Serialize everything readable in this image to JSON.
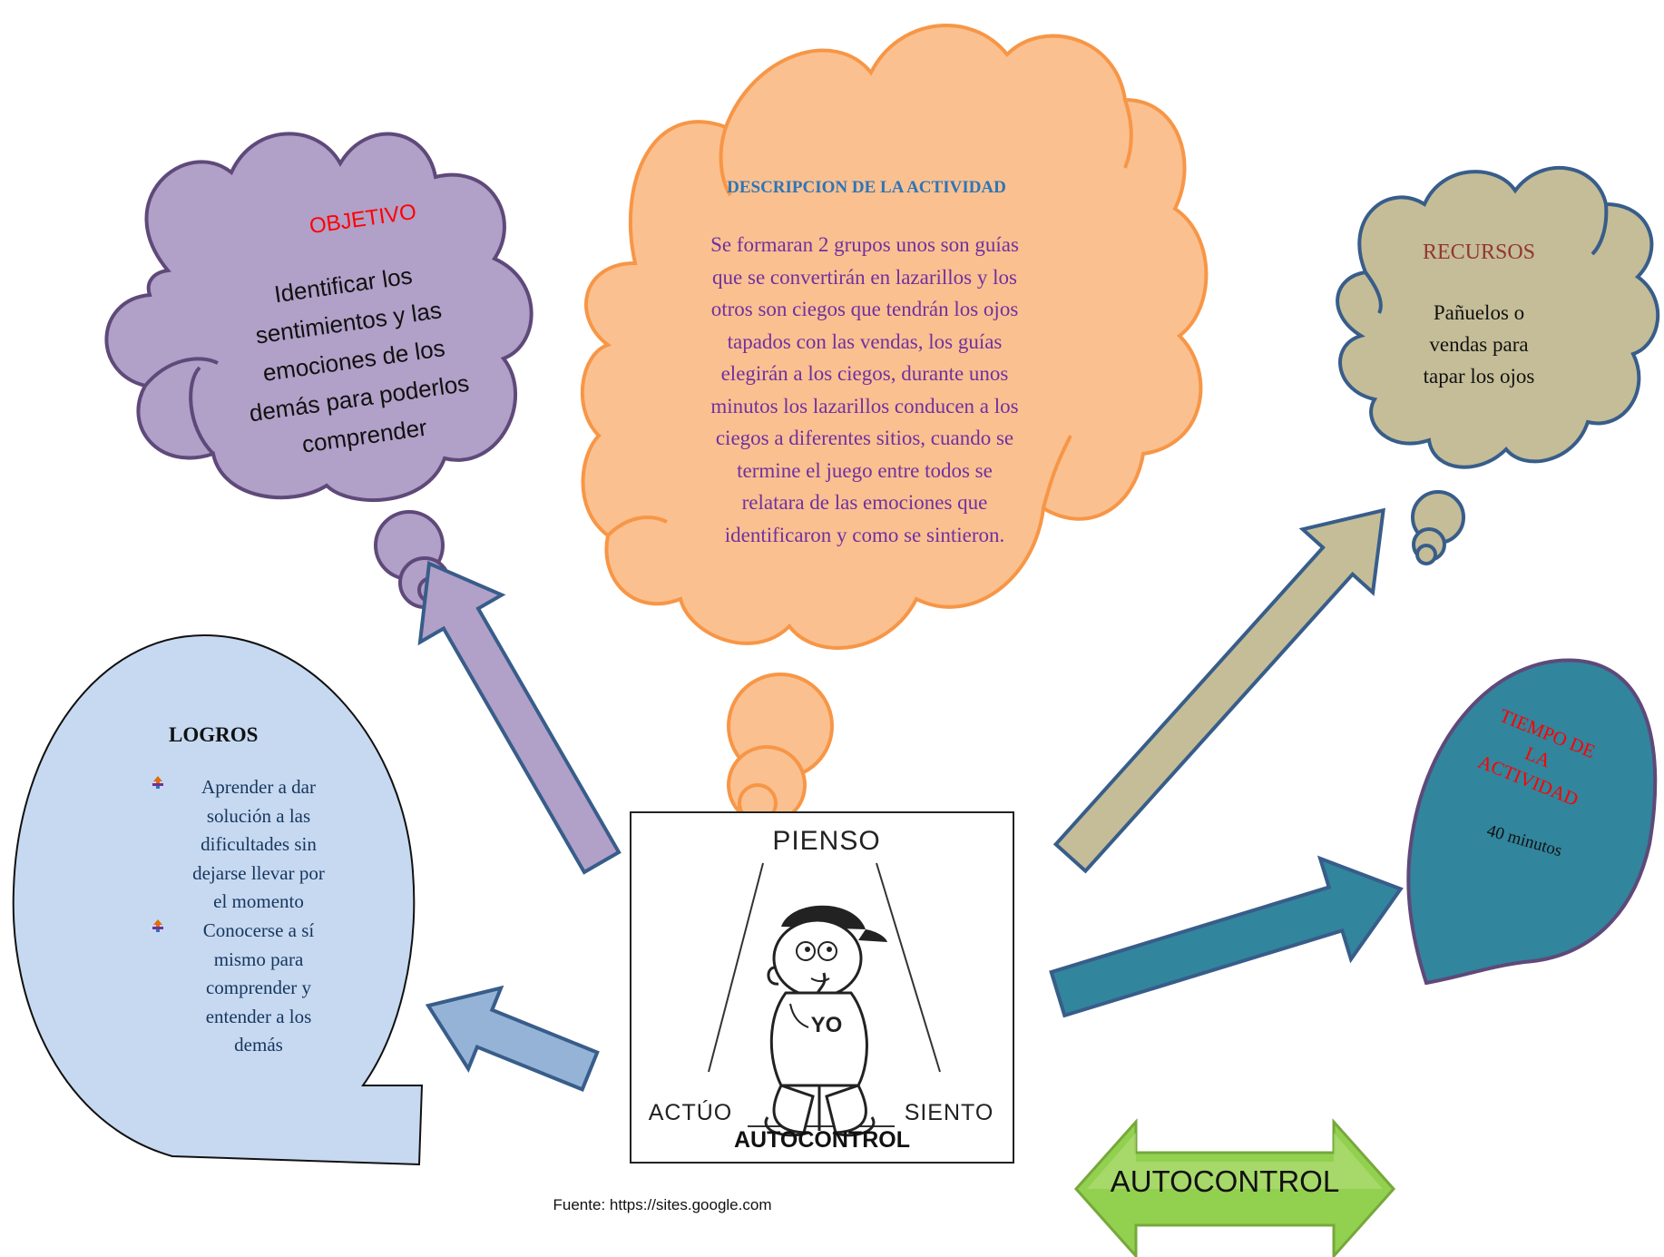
{
  "objetivo": {
    "title": "OBJETIVO",
    "lines": [
      "Identificar los",
      "sentimientos y  las",
      "emociones de los",
      "demás para poderlos",
      "comprender"
    ]
  },
  "descripcion": {
    "title": "DESCRIPCION DE LA ACTIVIDAD",
    "lines": [
      "Se formaran 2 grupos unos son guías",
      "que se convertirán en lazarillos y los",
      "otros son ciegos que tendrán  los ojos",
      "tapados con las vendas, los guías",
      "elegirán a los ciegos, durante unos",
      "minutos los lazarillos conducen a los",
      "ciegos  a diferentes sitios, cuando se",
      "termine el juego entre todos se",
      "relatara de las emociones que",
      "identificaron y como se sintieron."
    ]
  },
  "recursos": {
    "title": "RECURSOS",
    "lines": [
      "Pañuelos o",
      "vendas para",
      "tapar los ojos"
    ]
  },
  "logros": {
    "title": "LOGROS",
    "items": [
      {
        "lines": [
          "Aprender a dar",
          "solución a las",
          "dificultades sin",
          "dejarse llevar por",
          "el momento"
        ]
      },
      {
        "lines": [
          "Conocerse a sí",
          "mismo para",
          "comprender y",
          "entender a los",
          "demás"
        ]
      }
    ]
  },
  "tiempo": {
    "title_lines": [
      "TIEMPO DE",
      "LA",
      "ACTIVIDAD"
    ],
    "value": "40 minutos"
  },
  "image": {
    "pienso": "PIENSO",
    "actuo": "ACTÚO",
    "siento": "SIENTO",
    "autocontrol": "AUTOCONTROL",
    "yo": "YO"
  },
  "source": "Fuente: https://sites.google.com",
  "arrow_label": "AUTOCONTROL",
  "colors": {
    "objetivo_fill": "#b1a0c7",
    "objetivo_stroke": "#5f497a",
    "descripcion_fill": "#fac090",
    "descripcion_stroke": "#f79646",
    "recursos_fill": "#c4bd97",
    "recursos_stroke": "#385d8a",
    "logros_fill": "#c6d9f1",
    "tiempo_fill": "#31859c",
    "tiempo_stroke": "#5f497a",
    "arrow_purple": "#b1a0c7",
    "arrow_tan": "#c4bd97",
    "arrow_blue": "#95b3d7",
    "arrow_teal": "#31859c",
    "arrow_green": "#92d050",
    "arrow_stroke": "#385d8a"
  }
}
